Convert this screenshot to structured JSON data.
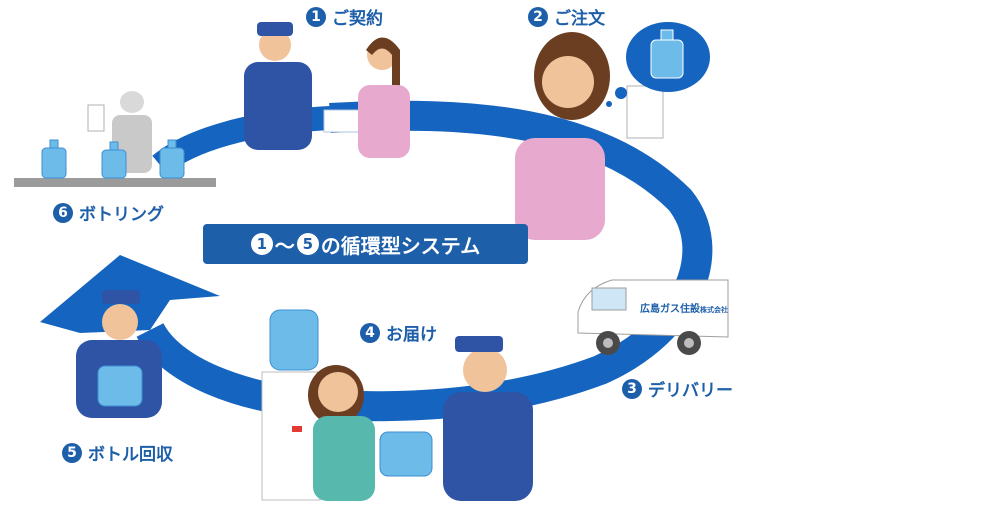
{
  "steps": [
    {
      "num": "1",
      "label": "ご契約"
    },
    {
      "num": "2",
      "label": "ご注文"
    },
    {
      "num": "3",
      "label": "デリバリー"
    },
    {
      "num": "4",
      "label": "お届け"
    },
    {
      "num": "5",
      "label": "ボトル回収"
    },
    {
      "num": "6",
      "label": "ボトリング"
    }
  ],
  "center": {
    "num_start": "1",
    "tilde": "〜",
    "num_end": "5",
    "text": "の循環型システム"
  },
  "truck": {
    "company": "広島ガス住設",
    "suffix": "株式会社"
  },
  "colors": {
    "accent": "#1e5faa",
    "cycle": "#1565c0",
    "staff_uniform": "#2f54a6",
    "customer_pink": "#e8a9cf",
    "customer_teal": "#57b9ae",
    "bottle": "#6cbbe9"
  }
}
